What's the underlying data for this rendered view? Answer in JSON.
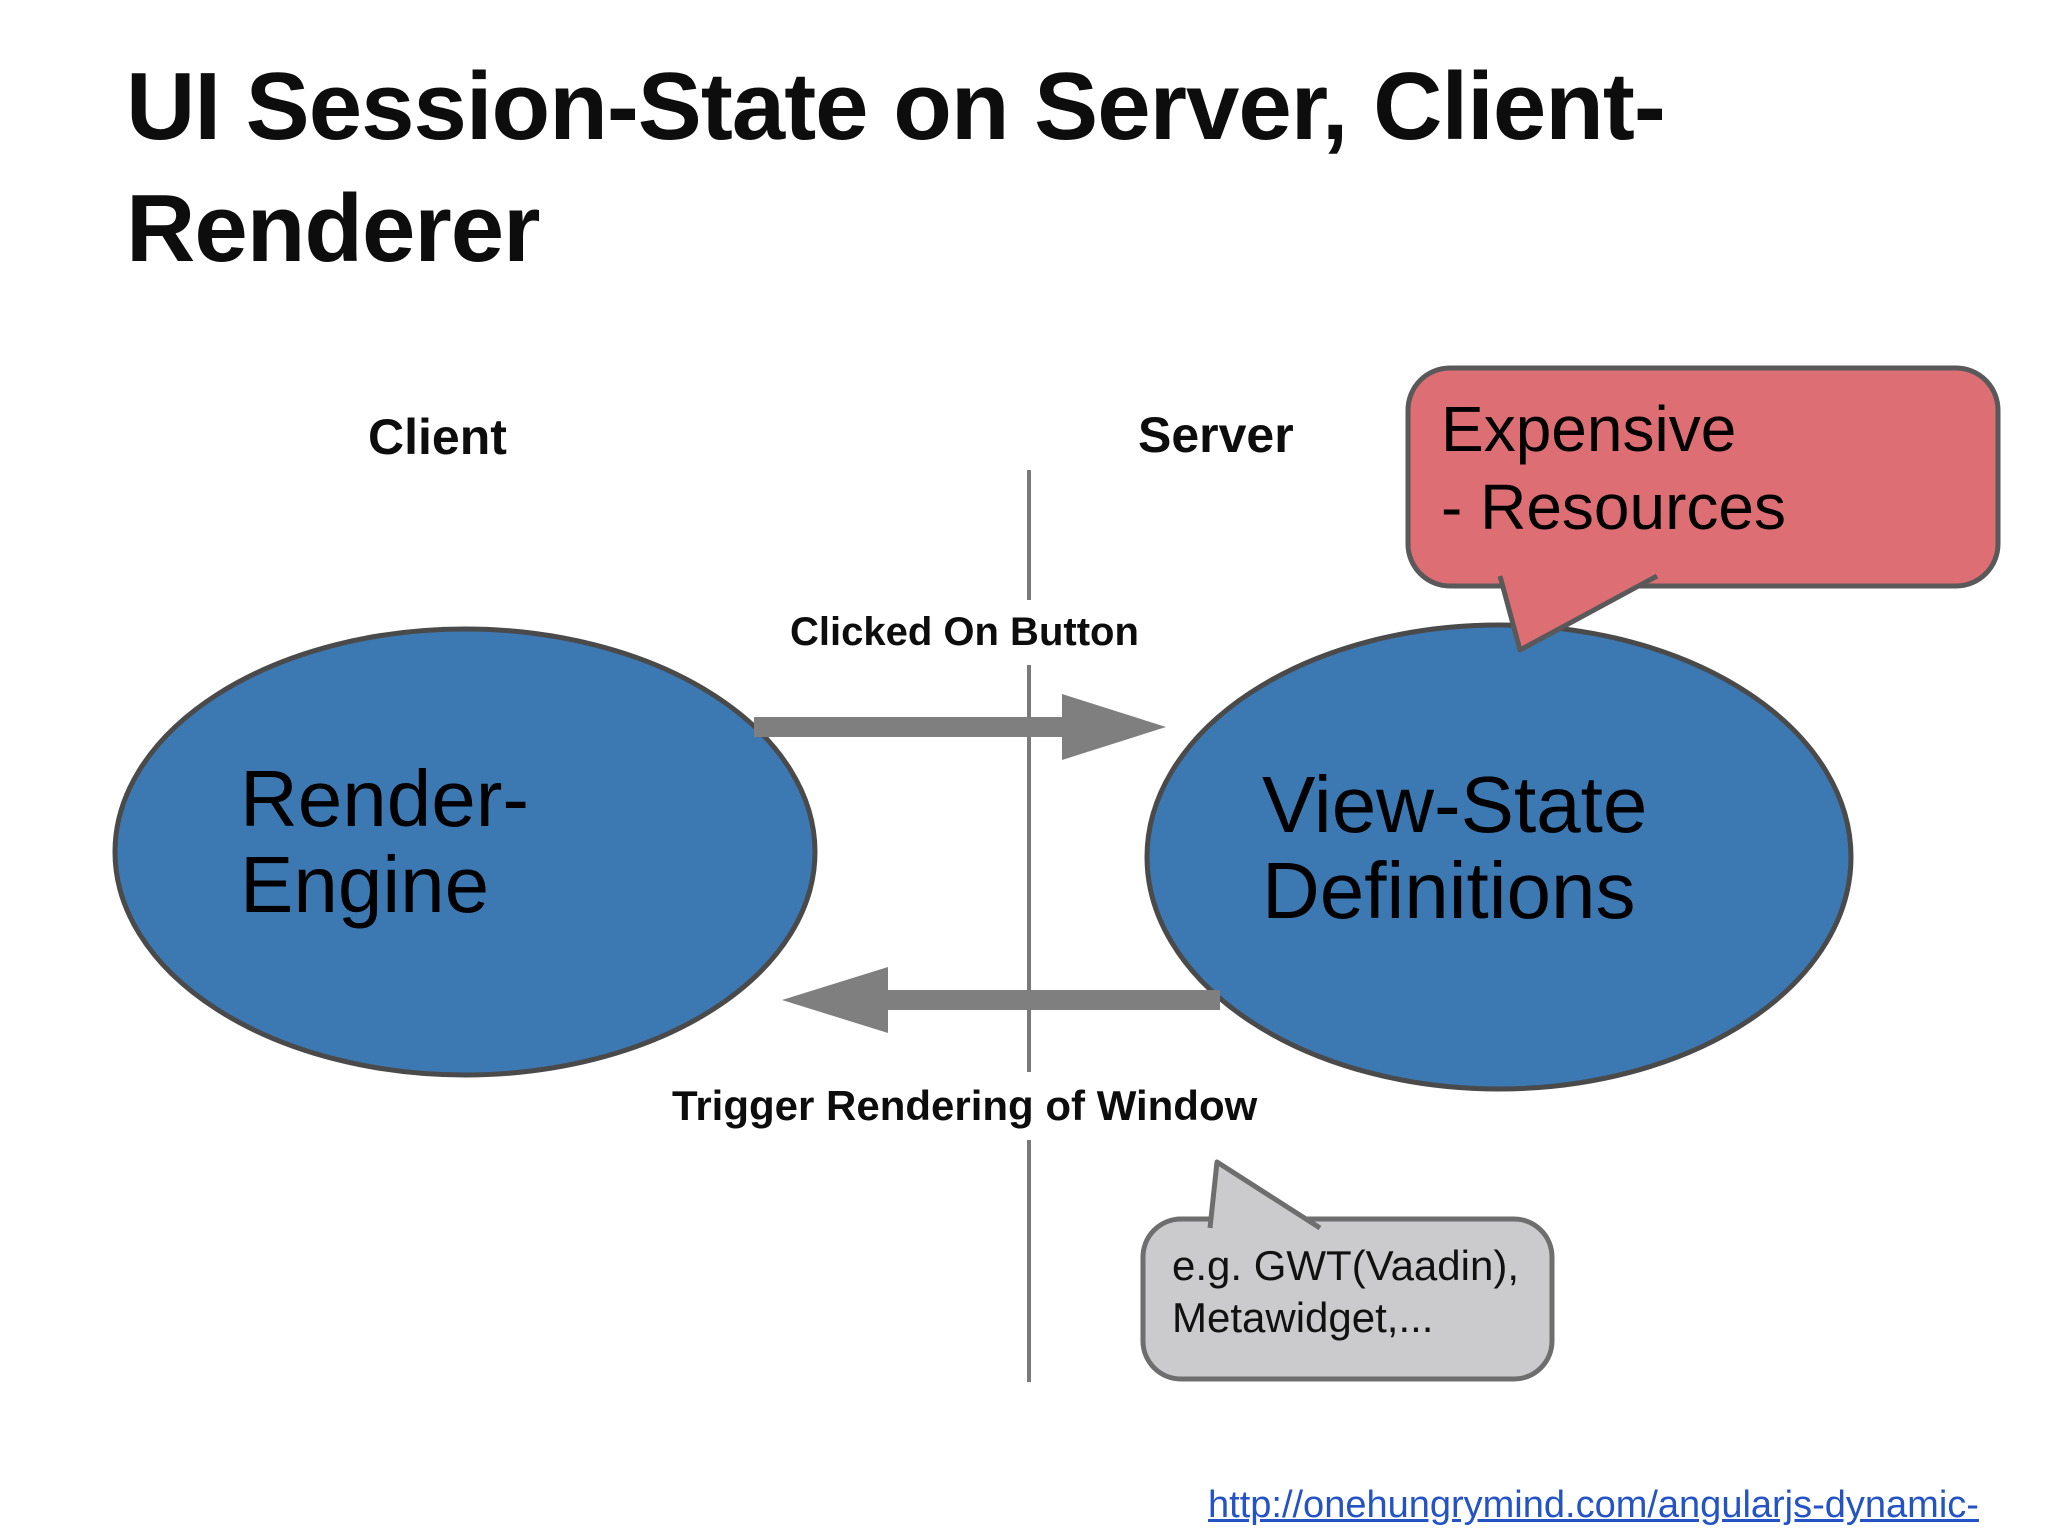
{
  "slide": {
    "title_line1": "UI Session-State on Server, Client-",
    "title_line2": "Renderer",
    "columns": {
      "client": "Client",
      "server": "Server"
    },
    "left_ellipse": {
      "line1": "Render-",
      "line2": "Engine"
    },
    "right_ellipse": {
      "line1": "View-State",
      "line2": "Definitions"
    },
    "arrow_top_label": "Clicked On Button",
    "arrow_bottom_label": "Trigger Rendering of Window",
    "red_callout": {
      "line1": "Expensive",
      "line2": "- Resources"
    },
    "gray_callout": {
      "line1": "e.g. GWT(Vaadin),",
      "line2": "Metawidget,..."
    },
    "footer_link": "http://onehungrymind.com/angularjs-dynamic-",
    "colors": {
      "ellipse_fill": "#3c78b2",
      "ellipse_stroke": "#4a4a4a",
      "arrow": "#7f7f7f",
      "divider": "#7a7a7a",
      "red_callout_fill": "#dc6e74",
      "red_callout_stroke": "#595959",
      "gray_callout_fill": "#cbcbcd",
      "gray_callout_stroke": "#6e6e6e",
      "link": "#2353c4"
    }
  }
}
